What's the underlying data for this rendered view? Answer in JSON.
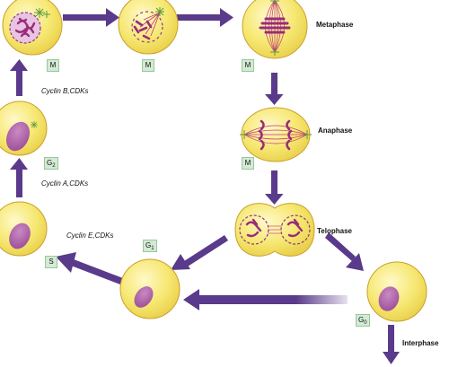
{
  "phases": {
    "metaphase": "Metaphase",
    "anaphase": "Anaphase",
    "telophase": "Telophase",
    "interphase": "Interphase"
  },
  "cyclins": {
    "b": "Cyclin B,CDKs",
    "a": "Cyclin A,CDKs",
    "e": "Cyclin E,CDKs"
  },
  "badges": {
    "m": "M",
    "g": "G",
    "s": "S",
    "sub_2": "2",
    "sub_1": "1",
    "sub_0": "0"
  },
  "colors": {
    "arrow": "#5a3a8a",
    "cytoplasm": "#f6e770",
    "membrane": "#c9a02c",
    "nucleus": "#a4529e",
    "chromosome": "#9a2c7a",
    "spindle": "#c0397b",
    "badge_fill": "#d3ead5"
  }
}
